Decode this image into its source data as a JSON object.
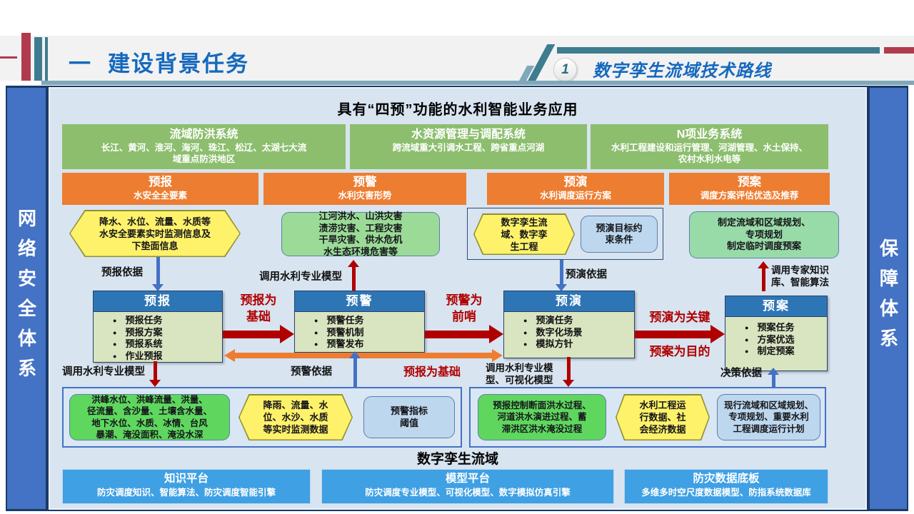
{
  "header": {
    "section_marker": "一",
    "title": "建设背景任务",
    "badge": "1",
    "subtitle": "数字孪生流域技术路线"
  },
  "sidebar_left": "网络安全体系",
  "sidebar_right": "保障体系",
  "colors": {
    "title_blue": "#1569BE",
    "teal": "#3E7C90",
    "crimson": "#B13B4E",
    "frame_navy": "#1B3A66",
    "sidebar_blue": "#4472C4",
    "canvas_blue": "#D8E4F0",
    "system_green": "#8CBE6E",
    "stage_orange": "#ED7D31",
    "hex_yellow": "#FFF26B",
    "core_header_blue": "#2E75B6",
    "core_body_green": "#D9E4C0",
    "arrow_red": "#B00000",
    "arrow_blue": "#4472C4",
    "bright_green": "#5FD75F",
    "light_blue_box": "#BDD7EE",
    "platform_blue": "#3FA0E4"
  },
  "diagram": {
    "title": "具有“四预”功能的水利智能业务应用",
    "systems": [
      {
        "title": "流域防洪系统",
        "desc": "长江、黄河、淮河、海河、珠江、松辽、太湖七大流\n域重点防洪地区"
      },
      {
        "title": "水资源管理与调配系统",
        "desc": "跨流域重大引调水工程、跨省重点河湖"
      },
      {
        "title": "N项业务系统",
        "desc": "水利工程建设和运行管理、河湖管理、水土保持、\n农村水利水电等"
      }
    ],
    "stages": [
      {
        "title": "预报",
        "desc": "水安全全要素"
      },
      {
        "title": "预警",
        "desc": "水利灾害形势"
      },
      {
        "title": "预演",
        "desc": "水利调度运行方案"
      },
      {
        "title": "预案",
        "desc": "调度方案评估优选及推荐"
      }
    ],
    "inputs": {
      "forecast_hex": "降水、水位、流量、水质等\n水安全要素实时监测信息及\n下垫面信息",
      "forecast_link": "预报依据",
      "hazard_box": "江河洪水、山洪灾害\n渍涝灾害、工程灾害\n干旱灾害、供水危机\n水生态环境危害等",
      "hazard_link": "调用水利专业模型",
      "twin_hex": "数字孪生流\n域、数字孪\n生工程",
      "constraint_box": "预演目标约\n束条件",
      "rehearsal_link": "预演依据",
      "plan_box": "制定流域和区域规划、\n专项规划\n制定临时调度预案",
      "plan_link": "调用专家知识\n库、智能算法"
    },
    "cores": [
      {
        "title": "预报",
        "items": [
          "预报任务",
          "预报方案",
          "预报系统",
          "作业预报"
        ]
      },
      {
        "title": "预警",
        "items": [
          "预警任务",
          "预警机制",
          "预警发布"
        ]
      },
      {
        "title": "预演",
        "items": [
          "预演任务",
          "数字化场景",
          "模拟方针"
        ]
      },
      {
        "title": "预案",
        "items": [
          "预案任务",
          "方案优选",
          "制定预案"
        ]
      }
    ],
    "flows": {
      "forecast_to_warning": "预报为\n基础",
      "warning_to_rehearsal": "预警为\n前哨",
      "rehearsal_to_plan_top": "预演为关键",
      "rehearsal_to_plan_bottom": "预案为目的",
      "orange_feedback": "预报为基础",
      "call_model": "调用水利专业模型",
      "warning_basis": "预警依据",
      "call_model_vis": "调用水利专业模\n型、可视化模型",
      "decision_basis": "决策依据"
    },
    "data_left": {
      "green": "洪峰水位、洪峰流量、洪量、\n径流量、含沙量、土壤含水量、\n地下水位、水质、冰情、台风\n暴潮、淹没面积、淹没水深",
      "yellow": "降雨、流量、水\n位、水沙、水质\n等实时监测数据",
      "blue": "预警指标\n阈值"
    },
    "data_right": {
      "green": "预报控制断面洪水过程、\n河道洪水演进过程、蓄\n滞洪区洪水淹没过程",
      "yellow": "水利工程运\n行数据、社\n会经济数据",
      "blue": "现行流域和区域规划、\n专项规划、重要水利\n工程调度运行计划"
    },
    "platform": {
      "title": "数字孪生流域",
      "boxes": [
        {
          "title": "知识平台",
          "desc": "防灾调度知识、智能算法、防灾调度智能引擎"
        },
        {
          "title": "模型平台",
          "desc": "防灾调度专业模型、可视化模型、数字模拟仿真引擎"
        },
        {
          "title": "防灾数据底板",
          "desc": "多维多时空尺度数据模型、防指系统数据库"
        }
      ]
    }
  }
}
